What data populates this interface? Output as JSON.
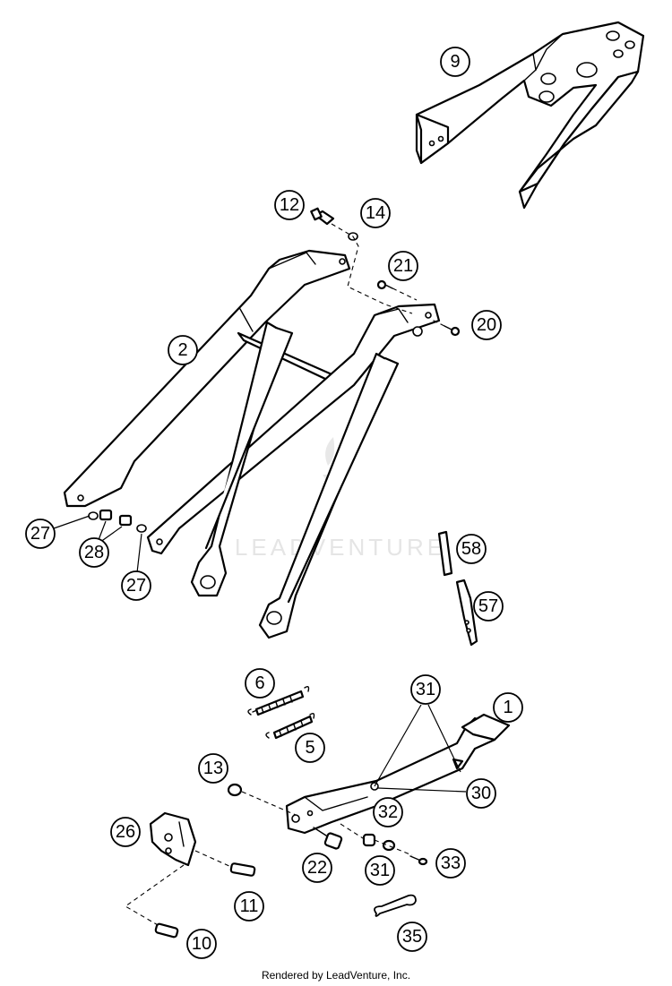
{
  "watermark": {
    "text": "LEADVENTURE"
  },
  "footer": {
    "text": "Rendered by LeadVenture, Inc."
  },
  "callouts": [
    {
      "id": "callout-9",
      "label": "9"
    },
    {
      "id": "callout-12",
      "label": "12"
    },
    {
      "id": "callout-14",
      "label": "14"
    },
    {
      "id": "callout-21",
      "label": "21"
    },
    {
      "id": "callout-20",
      "label": "20"
    },
    {
      "id": "callout-2",
      "label": "2"
    },
    {
      "id": "callout-27-left",
      "label": "27"
    },
    {
      "id": "callout-28",
      "label": "28"
    },
    {
      "id": "callout-27-right",
      "label": "27"
    },
    {
      "id": "callout-58",
      "label": "58"
    },
    {
      "id": "callout-57",
      "label": "57"
    },
    {
      "id": "callout-6",
      "label": "6"
    },
    {
      "id": "callout-5",
      "label": "5"
    },
    {
      "id": "callout-31-top",
      "label": "31"
    },
    {
      "id": "callout-1",
      "label": "1"
    },
    {
      "id": "callout-30",
      "label": "30"
    },
    {
      "id": "callout-13",
      "label": "13"
    },
    {
      "id": "callout-32",
      "label": "32"
    },
    {
      "id": "callout-26",
      "label": "26"
    },
    {
      "id": "callout-22",
      "label": "22"
    },
    {
      "id": "callout-31-bottom",
      "label": "31"
    },
    {
      "id": "callout-33",
      "label": "33"
    },
    {
      "id": "callout-11",
      "label": "11"
    },
    {
      "id": "callout-35",
      "label": "35"
    },
    {
      "id": "callout-10",
      "label": "10"
    }
  ]
}
